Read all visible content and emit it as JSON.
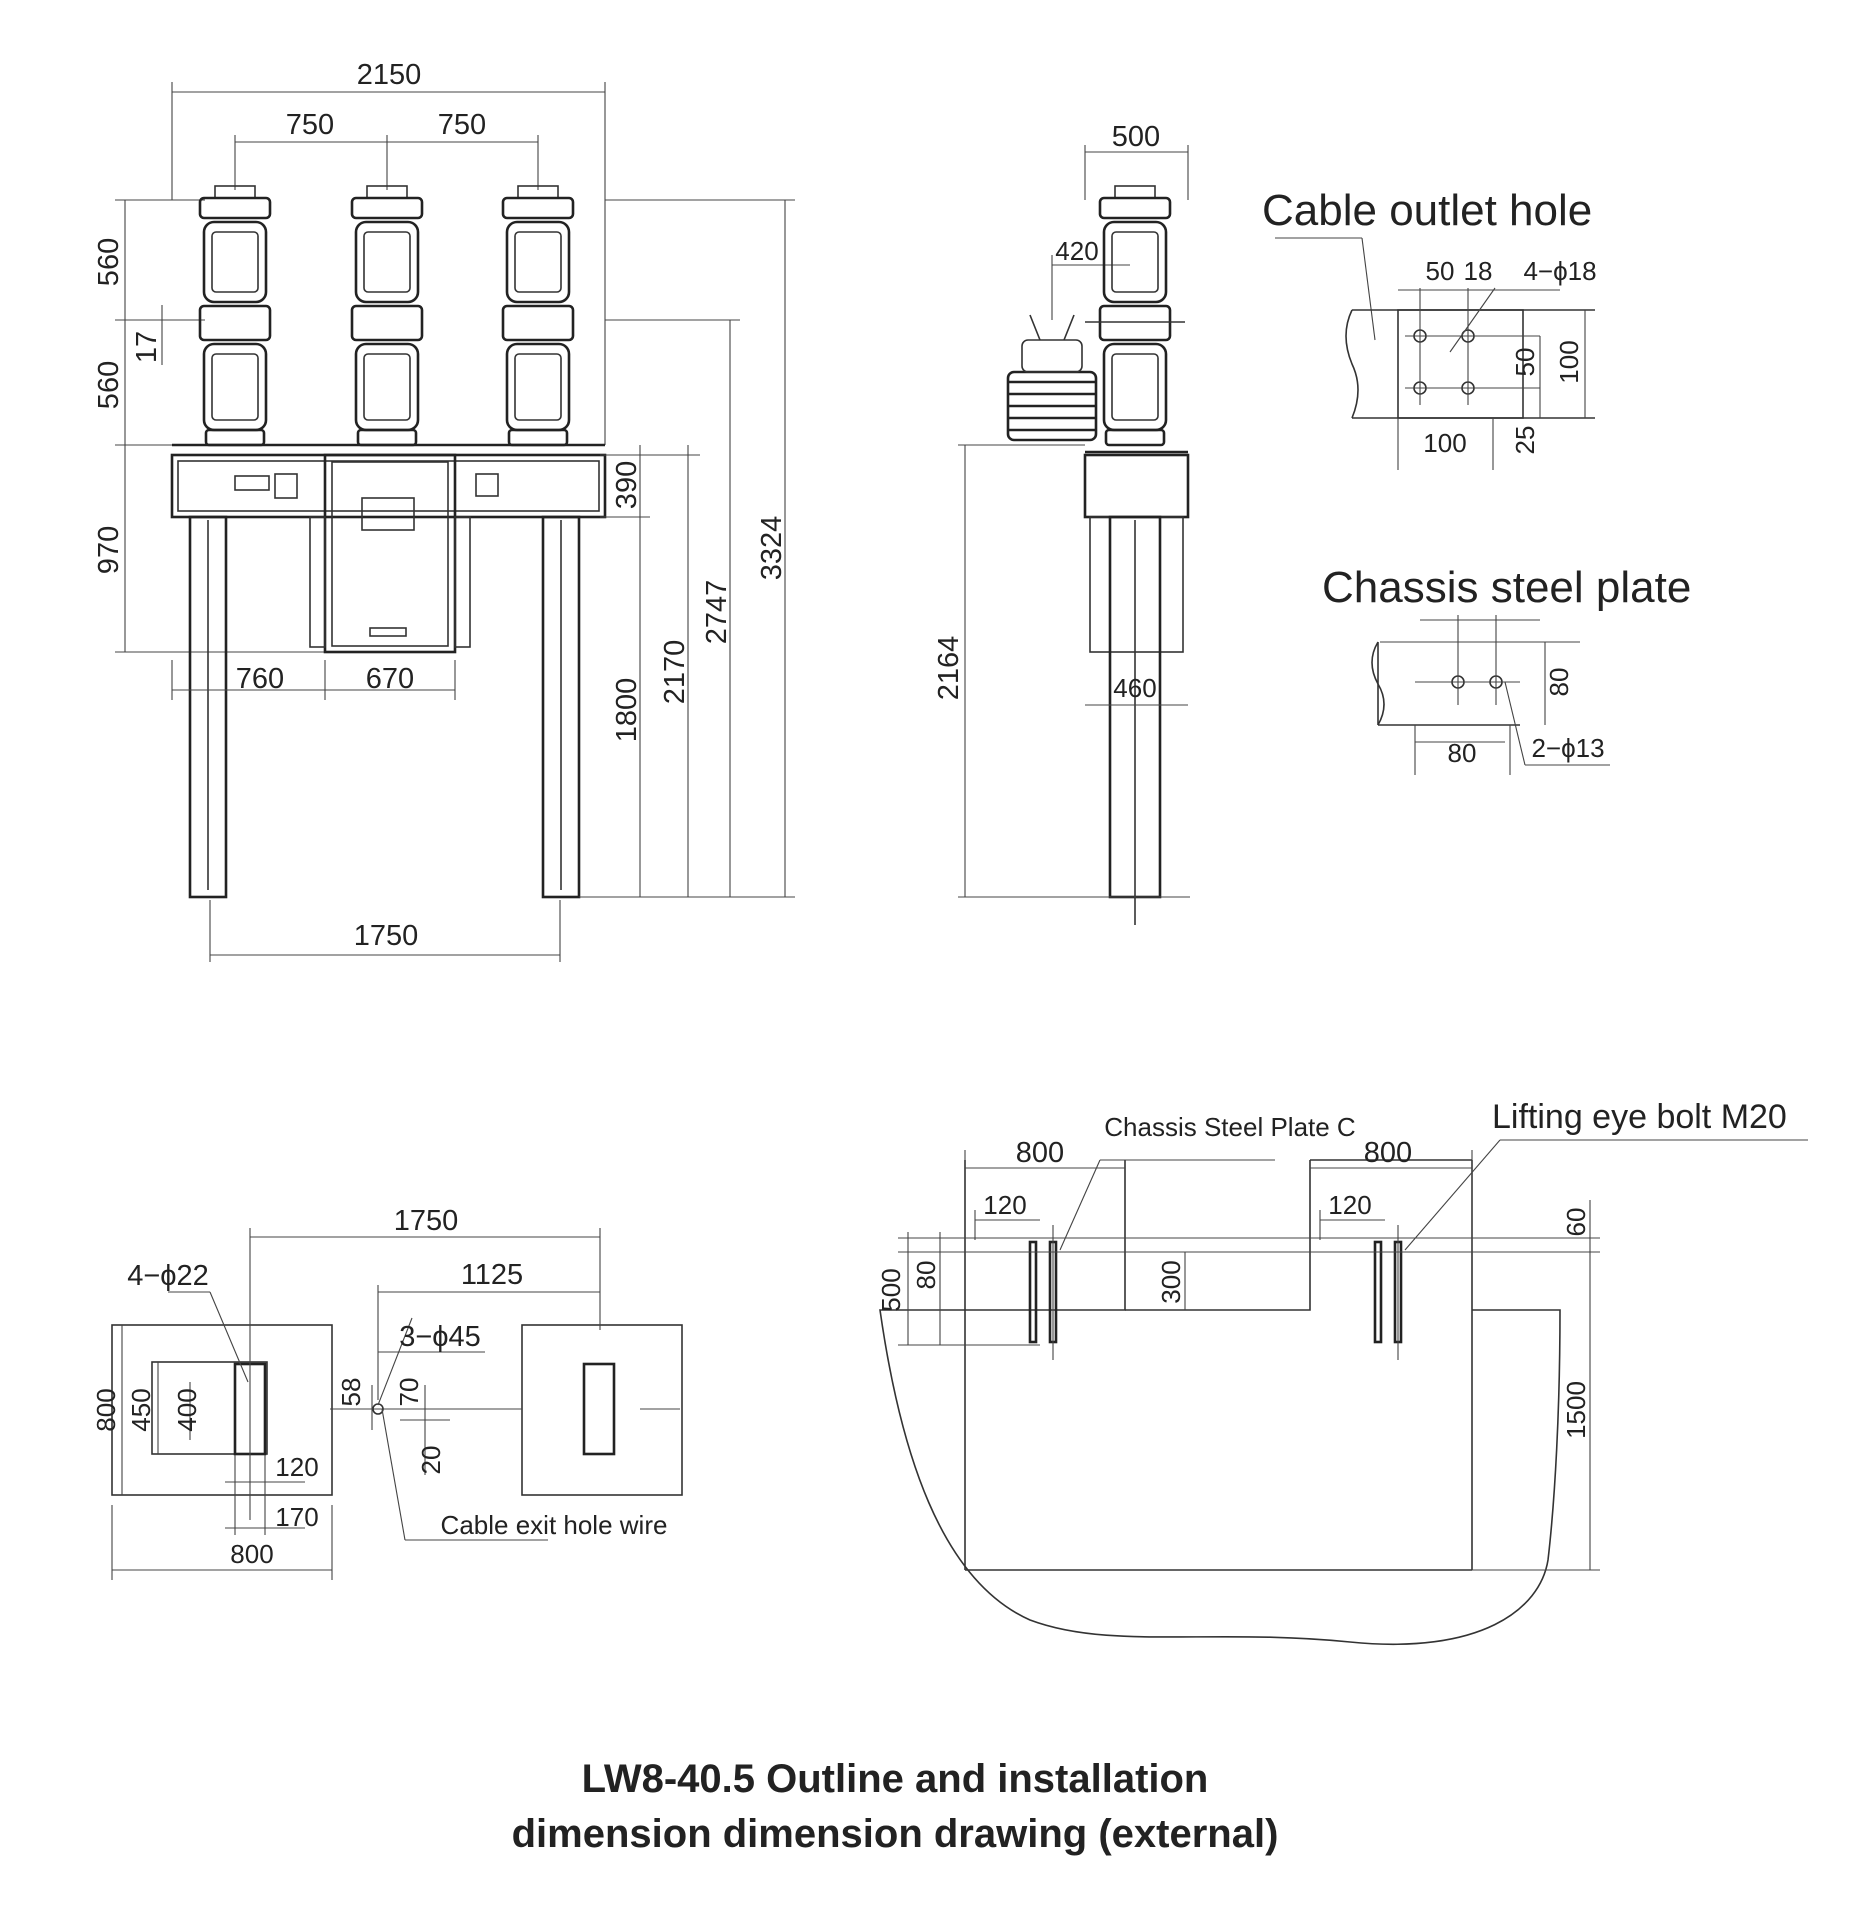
{
  "front": {
    "d_2150": "2150",
    "d_750a": "750",
    "d_750b": "750",
    "d_560a": "560",
    "d_17": "17",
    "d_560b": "560",
    "d_970": "970",
    "d_390": "390",
    "d_760": "760",
    "d_670": "670",
    "d_1800": "1800",
    "d_2170": "2170",
    "d_2747": "2747",
    "d_3324": "3324",
    "d_1750": "1750"
  },
  "side": {
    "d_500": "500",
    "d_420": "420",
    "d_2164": "2164",
    "d_460": "460"
  },
  "cable_outlet_hole": {
    "title": "Cable outlet hole",
    "d_50": "50",
    "d_18": "18",
    "holes": "4−ϕ18",
    "d_50v": "50",
    "d_100v": "100",
    "d_100h": "100",
    "d_25": "25"
  },
  "chassis_plate": {
    "title": "Chassis steel plate",
    "d_80v": "80",
    "d_80h": "80",
    "holes": "2−ϕ13"
  },
  "plan": {
    "holes": "4−ϕ22",
    "d_1750": "1750",
    "d_1125": "1125",
    "holes3": "3−ϕ45",
    "d_800v": "800",
    "d_450": "450",
    "d_400": "400",
    "d_120": "120",
    "d_170": "170",
    "d_800h": "800",
    "d_58": "58",
    "d_70": "70",
    "d_20": "20",
    "cable_label": "Cable exit hole wire"
  },
  "foundation": {
    "chassis_label": "Chassis Steel Plate C",
    "lifting_label": "Lifting eye bolt M20",
    "d_800a": "800",
    "d_800b": "800",
    "d_120a": "120",
    "d_120b": "120",
    "d_500": "500",
    "d_80": "80",
    "d_300": "300",
    "d_60": "60",
    "d_1500": "1500"
  },
  "caption": {
    "line1": "LW8-40.5 Outline and installation",
    "line2": "dimension dimension drawing (external)"
  }
}
